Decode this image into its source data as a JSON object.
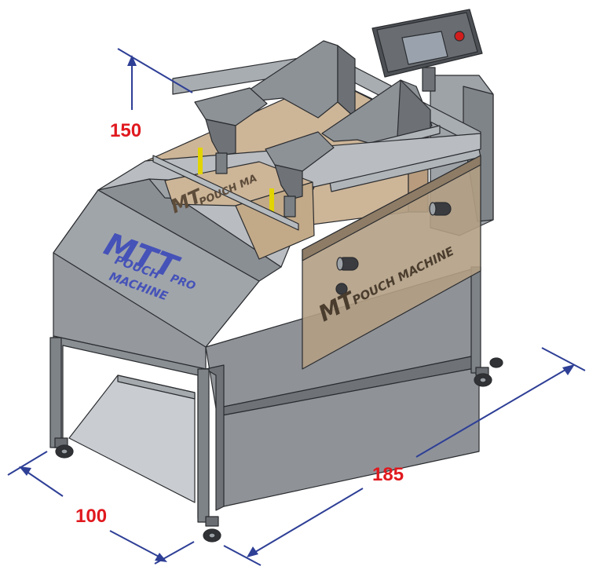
{
  "dimensions": {
    "height": "150",
    "width": "100",
    "length": "185"
  },
  "panel_logo": {
    "brand": "MTT",
    "line1": "POUCH",
    "line2": "MACHINE",
    "suffix": "PRO"
  },
  "window_logo": {
    "brand": "MT",
    "text": "POUCH MACHINE"
  },
  "back_board_logo": {
    "brand": "MT",
    "text": "POUCH MA"
  },
  "colors": {
    "dimension_line": "#2e3f96",
    "dimension_text": "#e0191e",
    "frame": "#8a8f95",
    "frame_dark": "#5d6166",
    "board": "#c9b092",
    "window_tint": "#b5a084",
    "logo_blue": "#4552b8"
  }
}
